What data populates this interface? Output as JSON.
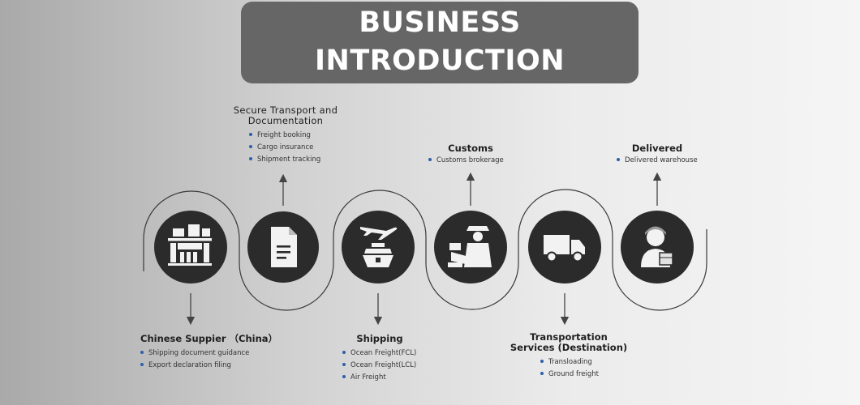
{
  "banner": {
    "line1": "BUSINESS",
    "line2": "INTRODUCTION"
  },
  "colors": {
    "banner_bg": "#666666",
    "circle_fill": "#2b2b2b",
    "bullet": "#2e5ea8"
  },
  "steps": [
    {
      "icon": "factory-icon",
      "title": "Chinese Suppier （China）",
      "items": [
        "Shipping document guidance",
        "Export declaration filing"
      ]
    },
    {
      "icon": "document-icon",
      "title": "Secure Transport and Documentation",
      "items": [
        "Freight booking",
        "Cargo insurance",
        "Shipment tracking"
      ]
    },
    {
      "icon": "ship-plane-icon",
      "title": "Shipping",
      "items": [
        "Ocean Freight(FCL)",
        "Ocean Freight(LCL)",
        "Air Freight"
      ]
    },
    {
      "icon": "customs-officer-icon",
      "title": "Customs",
      "items": [
        "Customs brokerage"
      ]
    },
    {
      "icon": "truck-icon",
      "title": "Transportation Services (Destination)",
      "items": [
        "Transloading",
        "Ground freight"
      ]
    },
    {
      "icon": "delivery-person-icon",
      "title": "Delivered",
      "items": [
        "Delivered warehouse"
      ]
    }
  ]
}
